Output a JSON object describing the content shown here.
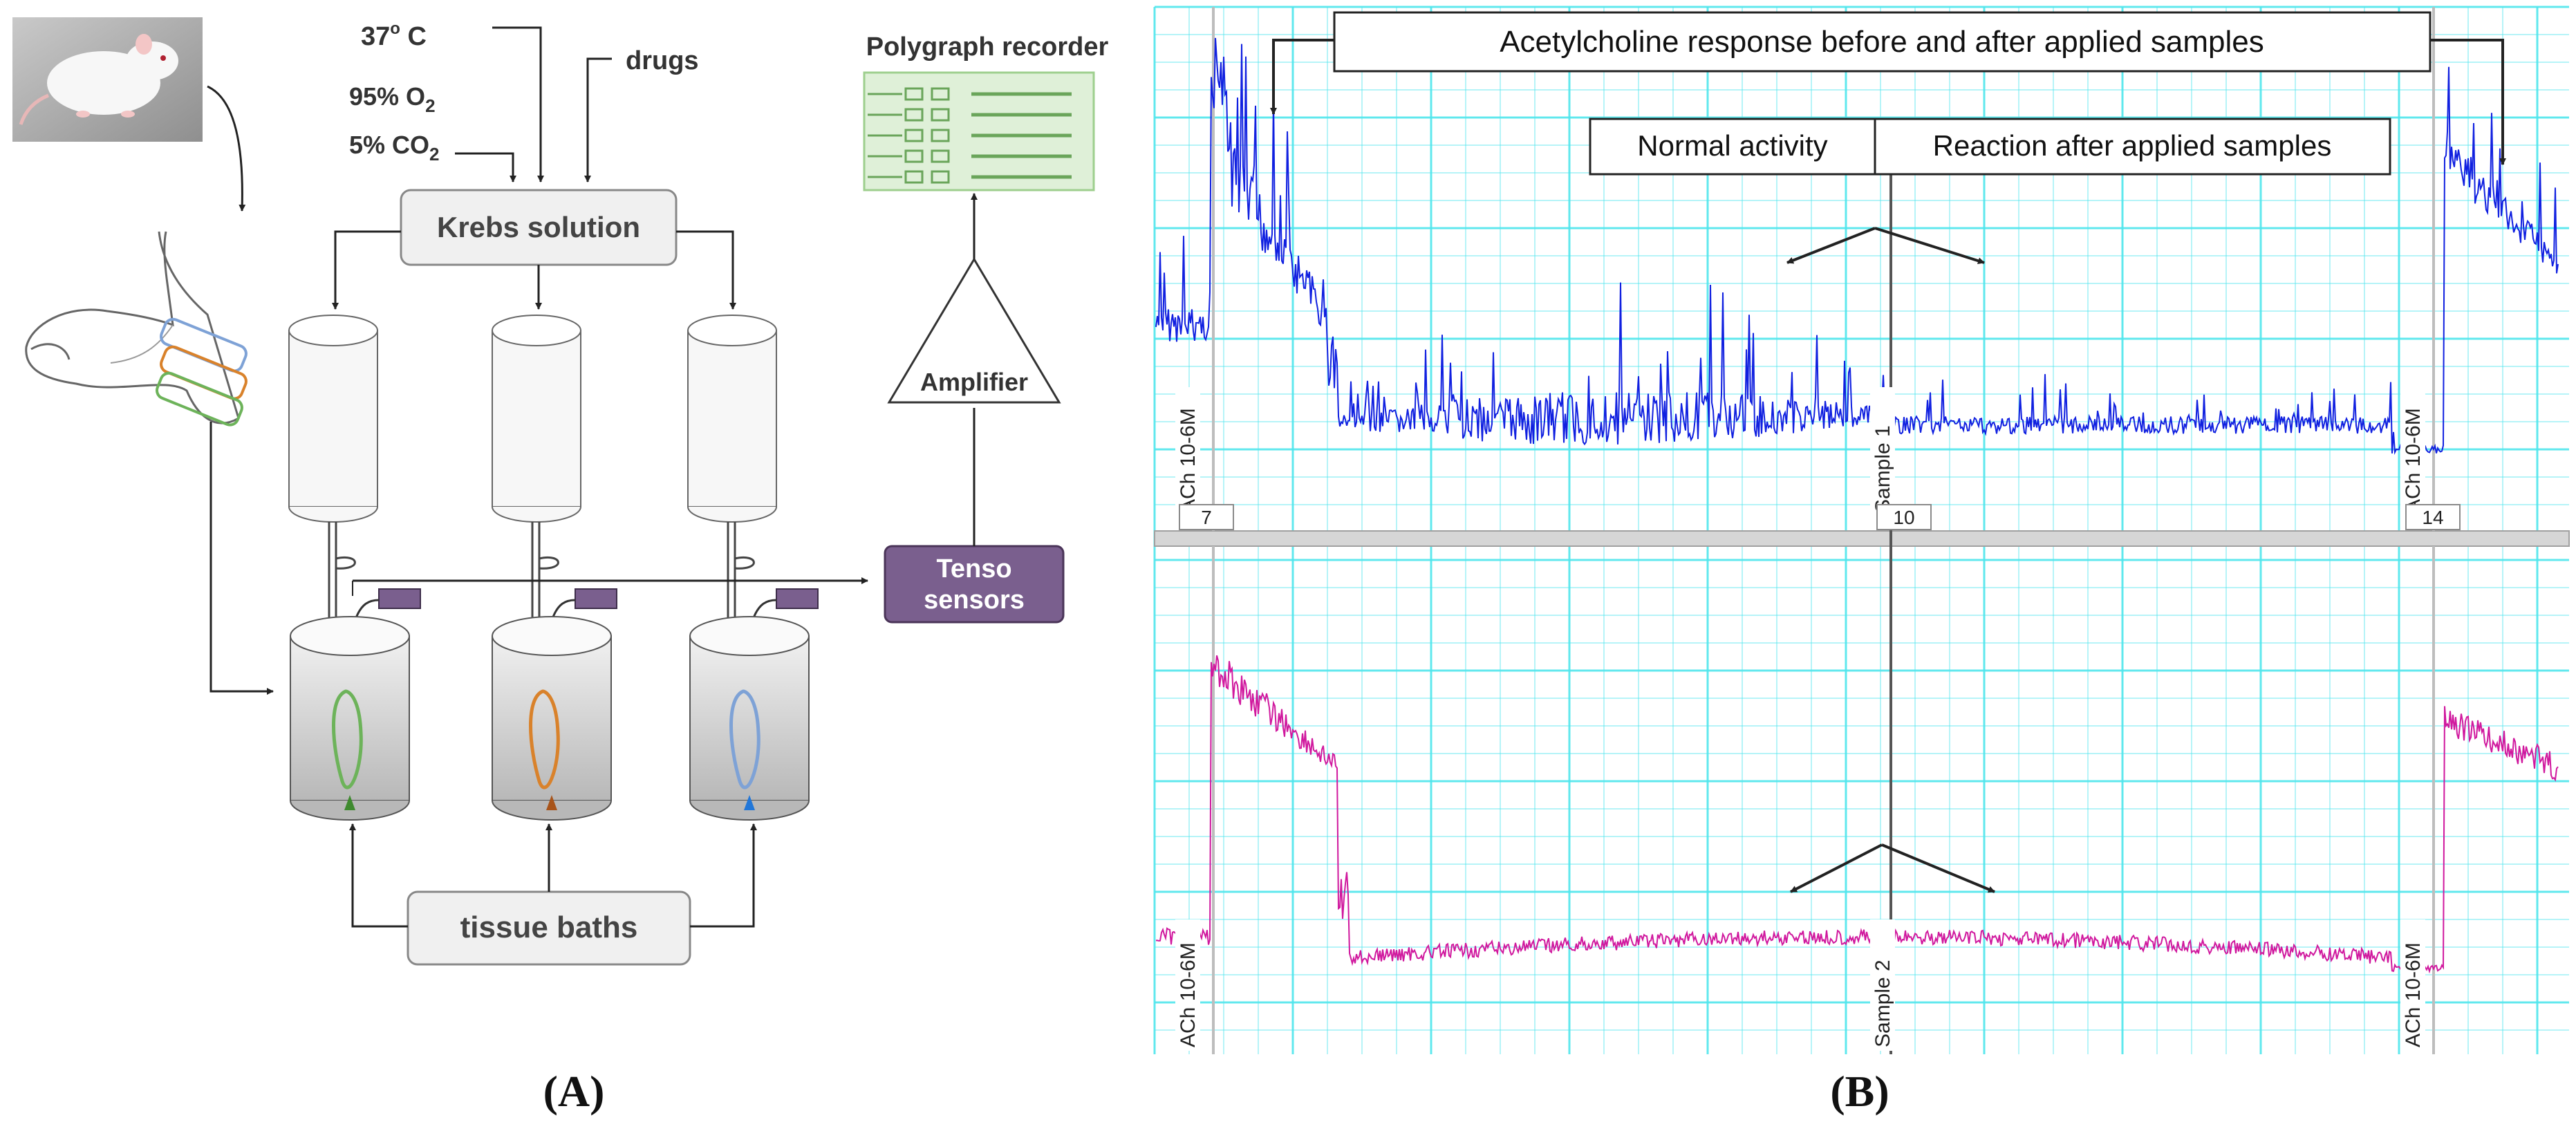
{
  "panelA": {
    "labels": {
      "temp": "37",
      "temp_sup": "o",
      "temp_unit": " C",
      "drugs": "drugs",
      "o2_prefix": "95% O",
      "o2_sub": "2",
      "co2_prefix": "5% CO",
      "co2_sub": "2",
      "polygraph": "Polygraph recorder",
      "krebs": "Krebs solution",
      "amplifier": "Amplifier",
      "tenso_line1": "Tenso",
      "tenso_line2": "sensors",
      "tissue_baths": "tissue baths"
    },
    "caption": "(A)",
    "colors": {
      "ring_blue": "#7ea2d6",
      "ring_orange": "#d9822b",
      "ring_green": "#6db35a",
      "sensor_purple": "#7a5f8e",
      "recorder_green": "#9ecf8e"
    }
  },
  "panelB": {
    "title": "Acetylcholine response before and after applied samples",
    "normal_activity": "Normal activity",
    "reaction": "Reaction after applied samples",
    "markers_top": [
      "ACh 10-6M",
      "Sample 1",
      "ACh 10-6M"
    ],
    "markers_bottom": [
      "ACh 10-6M",
      "Sample 2",
      "ACh 10-6M"
    ],
    "ticks": [
      "7",
      "10",
      "14"
    ],
    "caption": "(B)",
    "colors": {
      "trace_top": "#1020e0",
      "trace_bottom": "#d0189e",
      "grid": "#4fe5ec"
    }
  }
}
